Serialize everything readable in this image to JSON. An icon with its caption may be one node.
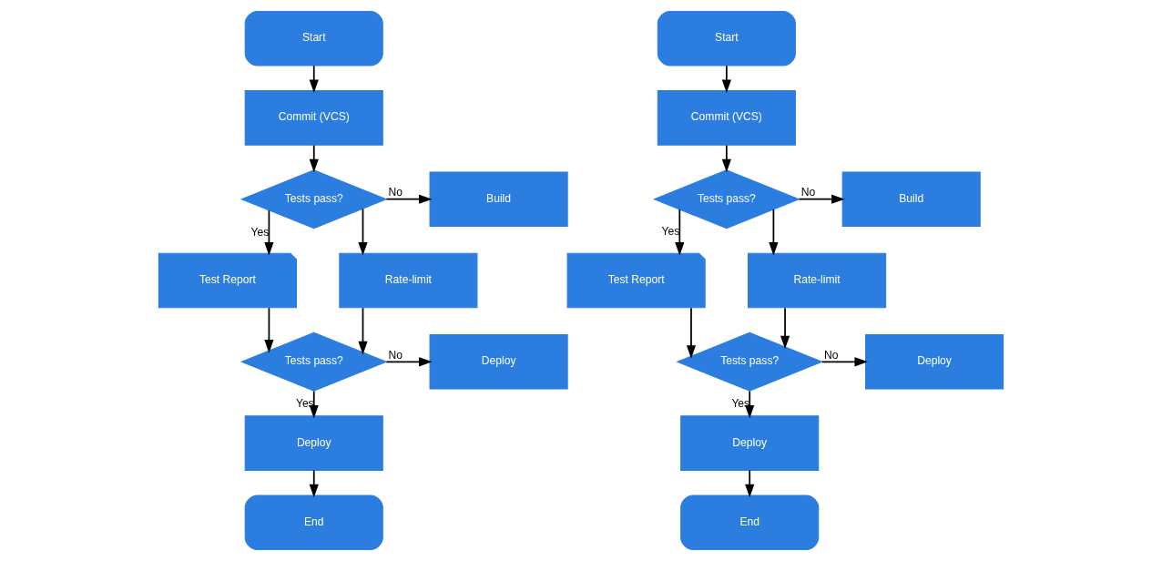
{
  "diagram": {
    "nodes": [
      {
        "text": [
          "Start"
        ]
      },
      {
        "text": [
          "Commit (VCS)"
        ]
      },
      {
        "text": [
          "Tests pass?"
        ]
      },
      {
        "text": [
          "Build"
        ]
      },
      {
        "text": [
          "Test Report"
        ]
      },
      {
        "text": [
          "Rate-limit"
        ]
      },
      {
        "text": [
          "Tests pass?"
        ]
      },
      {
        "text": [
          "Deploy"
        ]
      },
      {
        "text": [
          "Deploy"
        ]
      },
      {
        "text": [
          "End"
        ]
      },
      {
        "text": [
          "Start"
        ]
      },
      {
        "text": [
          "Commit (VCS)"
        ]
      },
      {
        "text": [
          "Tests pass?"
        ]
      },
      {
        "text": [
          "Build"
        ]
      },
      {
        "text": [
          "Test Report"
        ]
      },
      {
        "text": [
          "Rate-limit"
        ]
      },
      {
        "text": [
          "Tests pass?"
        ]
      },
      {
        "text": [
          "Deploy"
        ]
      },
      {
        "text": [
          "Deploy"
        ]
      },
      {
        "text": [
          "End"
        ]
      }
    ],
    "edges": [
      {
        "from": 0,
        "to": 1,
        "arrow": "to"
      },
      {
        "from": 1,
        "to": 2,
        "arrow": "to"
      },
      {
        "from": 2,
        "to": 3,
        "arrow": "to",
        "label": "No"
      },
      {
        "from": 2,
        "to": 4,
        "arrow": "to",
        "label": "Yes"
      },
      {
        "from": 2,
        "to": 5,
        "arrow": "to"
      },
      {
        "from": 5,
        "to": 6,
        "arrow": "to"
      },
      {
        "from": 4,
        "to": 6,
        "arrow": "to"
      },
      {
        "from": 6,
        "to": 7,
        "arrow": "to",
        "label": "No"
      },
      {
        "from": 6,
        "to": 8,
        "arrow": "to",
        "label": "Yes"
      },
      {
        "from": 8,
        "to": 9,
        "arrow": "to"
      },
      {
        "from": 10,
        "to": 11,
        "arrow": "to"
      },
      {
        "from": 11,
        "to": 12,
        "arrow": "to"
      },
      {
        "from": 12,
        "to": 13,
        "arrow": "to",
        "label": "No"
      },
      {
        "from": 12,
        "to": 14,
        "arrow": "to",
        "label": "Yes"
      },
      {
        "from": 12,
        "to": 15,
        "arrow": "to"
      },
      {
        "from": 15,
        "to": 16,
        "arrow": "to"
      },
      {
        "from": 14,
        "to": 16,
        "arrow": "to"
      },
      {
        "from": 16,
        "to": 17,
        "arrow": "to",
        "label": "No"
      },
      {
        "from": 16,
        "to": 18,
        "arrow": "to",
        "label": "Yes"
      },
      {
        "from": 18,
        "to": 19,
        "arrow": "to"
      }
    ]
  }
}
